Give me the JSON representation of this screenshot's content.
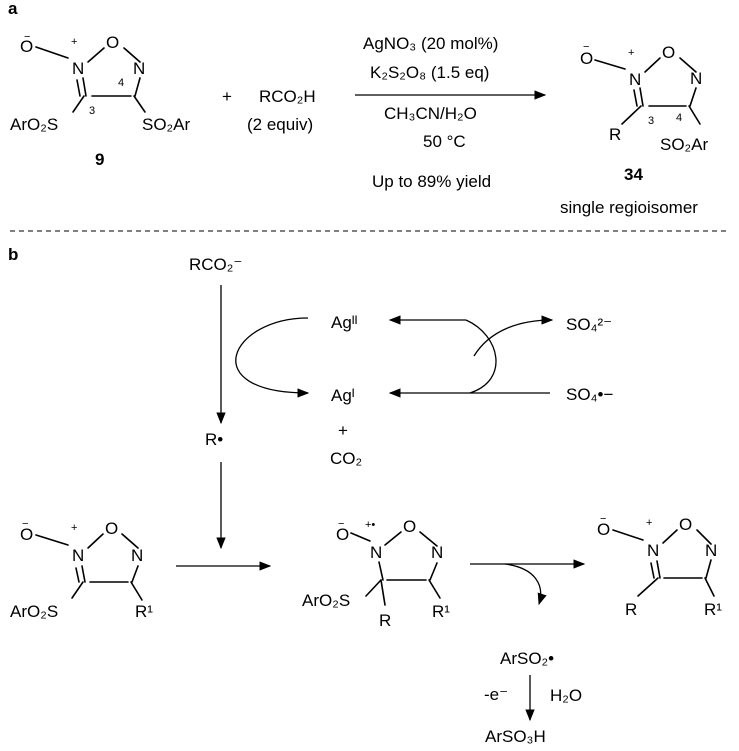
{
  "panel_a": {
    "label": "a",
    "reactant": {
      "N_oxide_O": "O",
      "N_oxide_minus": "−",
      "N_oxide_N": "N",
      "N_oxide_plus": "+",
      "ring_O": "O",
      "ring_N": "N",
      "pos3": "3",
      "pos4": "4",
      "left_sub": "ArO₂S",
      "right_sub": "SO₂Ar",
      "number": "9"
    },
    "plus": "+",
    "acid": "RCO₂H",
    "acid_equiv": "(2 equiv)",
    "conditions": {
      "line1": "AgNO₃ (20 mol%)",
      "line2": "K₂S₂O₈ (1.5 eq)",
      "line3": "CH₃CN/H₂O",
      "line4": "50 °C",
      "yield": "Up to 89% yield"
    },
    "product": {
      "N_oxide_O": "O",
      "N_oxide_minus": "−",
      "N_oxide_N": "N",
      "N_oxide_plus": "+",
      "ring_O": "O",
      "ring_N": "N",
      "pos3": "3",
      "pos4": "4",
      "left_sub": "R",
      "right_sub": "SO₂Ar",
      "number": "34",
      "note": "single regioisomer"
    }
  },
  "panel_b": {
    "label": "b",
    "carboxylate": "RCO₂⁻",
    "radical": "R•",
    "ag2": "Agᴵᴵ",
    "ag1": "Agᴵ",
    "plus_co2": "+",
    "co2": "CO₂",
    "sulfate_dianion": "SO₄²⁻",
    "sulfate_radical": "SO₄•−",
    "start": {
      "N_oxide_O": "O",
      "N_oxide_minus": "−",
      "N_oxide_N": "N",
      "N_oxide_plus": "+",
      "ring_O": "O",
      "ring_N": "N",
      "left_sub": "ArO₂S",
      "right_sub": "R¹"
    },
    "intermediate": {
      "N_oxide_O": "O",
      "N_oxide_minus": "−",
      "N_oxide_N": "N",
      "N_oxide_plus": "+•",
      "ring_O": "O",
      "ring_N": "N",
      "left_sub": "ArO₂S",
      "bottom_sub": "R",
      "right_sub": "R¹"
    },
    "product": {
      "N_oxide_O": "O",
      "N_oxide_minus": "−",
      "N_oxide_N": "N",
      "N_oxide_plus": "+",
      "ring_O": "O",
      "ring_N": "N",
      "left_sub": "R",
      "right_sub": "R¹"
    },
    "sulfonyl_radical": "ArSO₂•",
    "minus_e": "-e⁻",
    "water": "H₂O",
    "sulfonic_acid": "ArSO₃H"
  }
}
